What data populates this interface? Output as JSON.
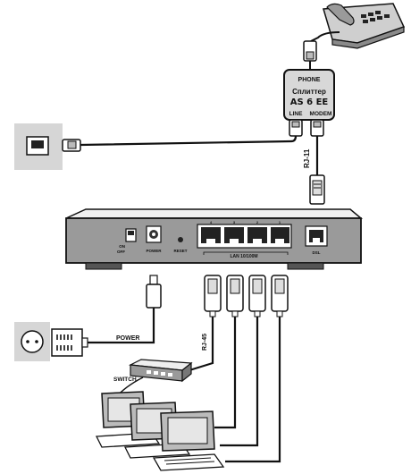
{
  "splitter": {
    "phone_label": "PHONE",
    "name": "Сплиттер",
    "model": "AS 6 EE",
    "line_label": "LINE",
    "modem_label": "MODEM"
  },
  "cable_labels": {
    "rj11": "RJ-11",
    "rj45": "RJ-45",
    "power": "POWER"
  },
  "router": {
    "on_label": "ON",
    "off_label": "OFF",
    "power_label": "POWER",
    "reset_label": "RESET",
    "lan_label": "LAN 10/100M",
    "dsl_label": "DSL",
    "port_numbers": [
      "4",
      "3",
      "2",
      "1"
    ]
  },
  "switch_label": "SWITCH"
}
